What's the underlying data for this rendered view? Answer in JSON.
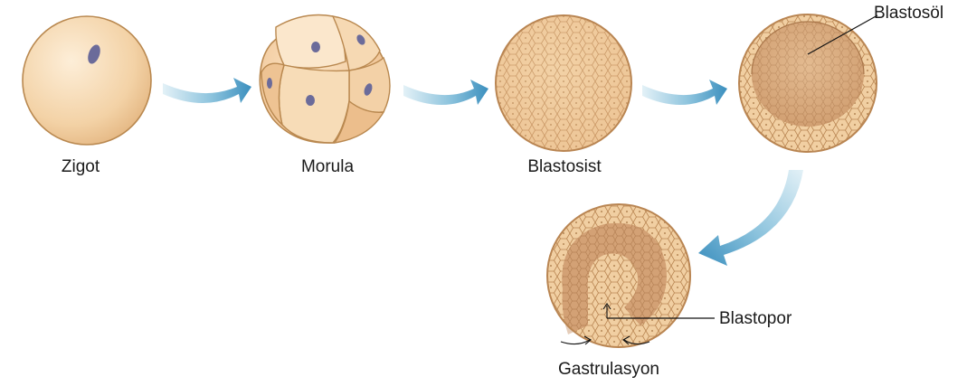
{
  "stages": [
    {
      "id": "zigot",
      "label": "Zigot"
    },
    {
      "id": "morula",
      "label": "Morula"
    },
    {
      "id": "blastosist",
      "label": "Blastosist"
    },
    {
      "id": "gastrulasyon",
      "label": "Gastrulasyon"
    }
  ],
  "callouts": {
    "blastosol": "Blastosöl",
    "blastopor": "Blastopor"
  },
  "colors": {
    "cell_fill": "#f1cfa2",
    "cell_light": "#fbe6c8",
    "cell_edge": "#b98552",
    "cavity": "#d4a678",
    "nucleus": "#6b6b9a",
    "arrow_light": "#d9edf5",
    "arrow_dark": "#3f94c1"
  }
}
